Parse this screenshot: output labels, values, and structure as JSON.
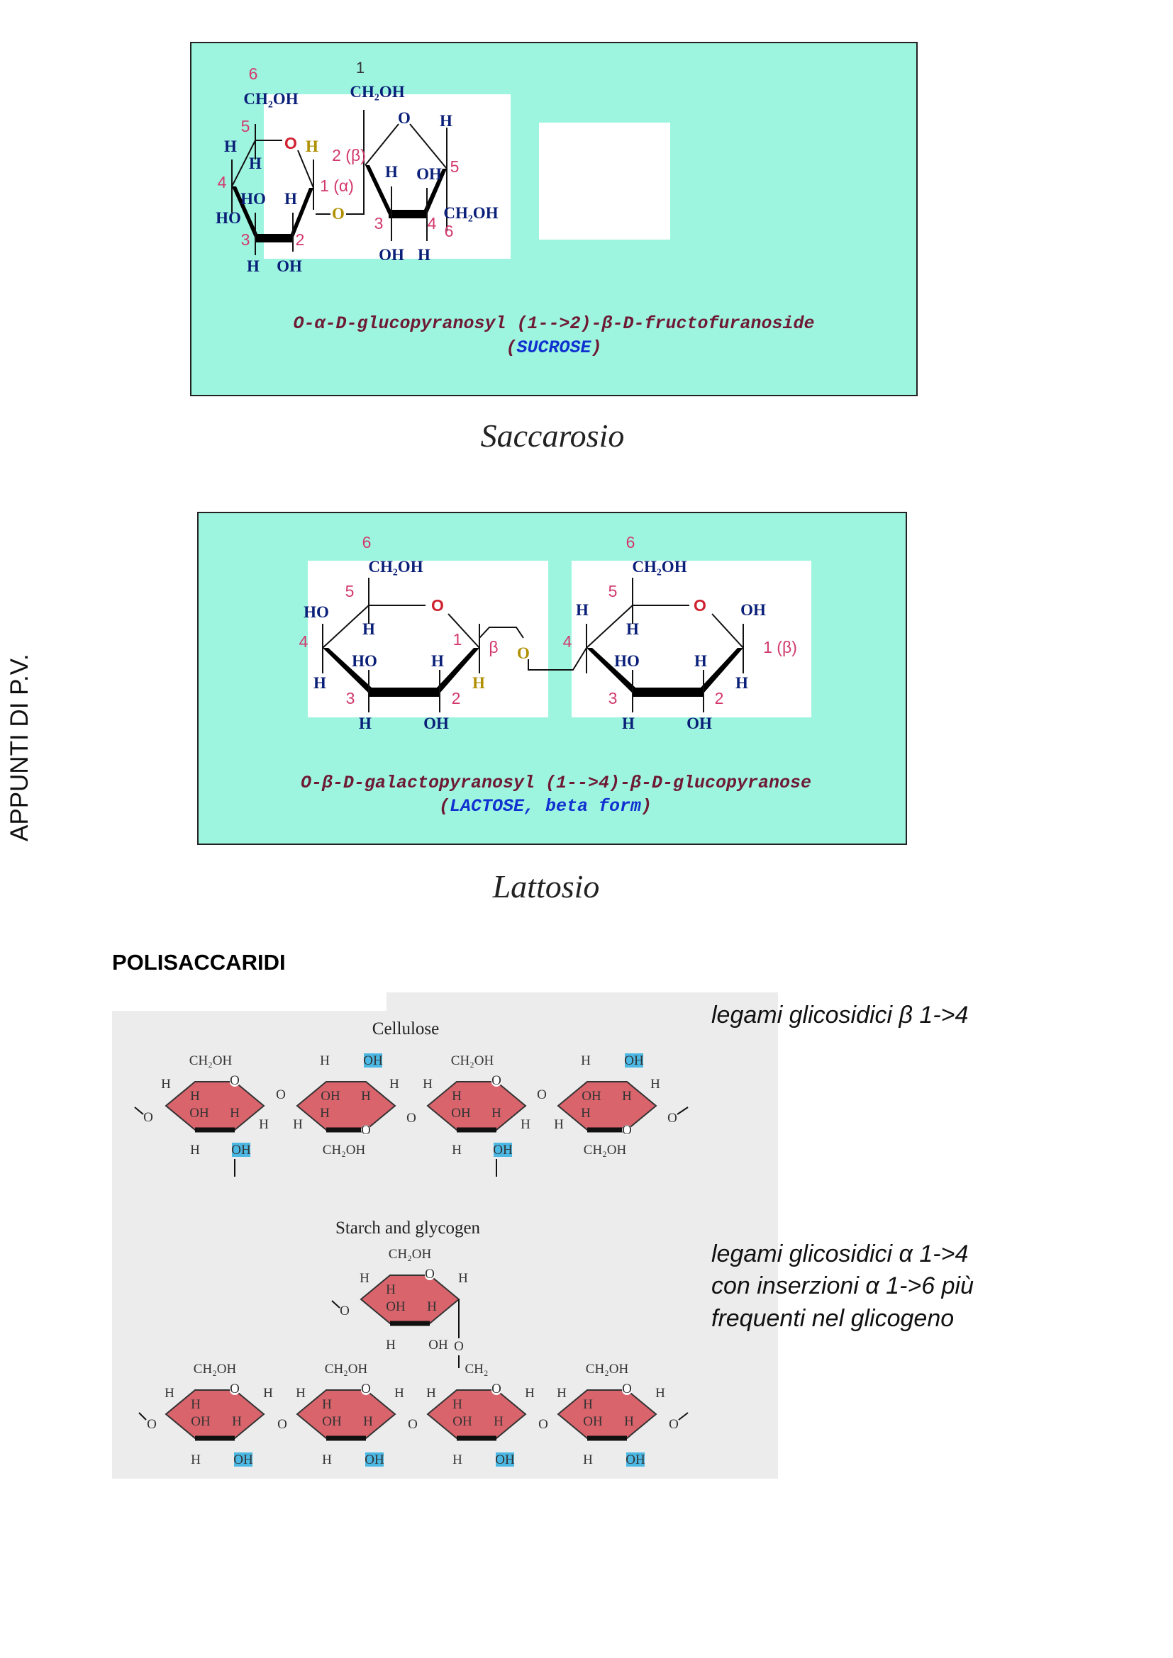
{
  "sidebar_watermark": "APPUNTI DI P.V.",
  "sucrose": {
    "labels": [
      "6",
      "CH₂OH",
      "5",
      "H",
      "H",
      "O",
      "H",
      "4",
      "HO",
      "H",
      "HO",
      "1 (α)",
      "3",
      "2",
      "H",
      "OH",
      "O",
      "1",
      "CH₂OH",
      "2 (β)",
      "O",
      "H",
      "H",
      "OH",
      "5",
      "CH₂OH",
      "6",
      "3",
      "4",
      "OH",
      "H"
    ],
    "iupac_name": "O-α-D-glucopyranosyl  (1-->2)-β-D-fructofuranoside",
    "paren_open": "(",
    "common_name": "SUCROSE",
    "paren_close": ")",
    "caption": "Saccarosio"
  },
  "lactose": {
    "labels": [
      "6",
      "CH₂OH",
      "5",
      "HO",
      "H",
      "O",
      "1",
      "β",
      "4",
      "HO",
      "H",
      "H",
      "H",
      "3",
      "2",
      "H",
      "OH",
      "O",
      "4",
      "6",
      "CH₂OH",
      "5",
      "H",
      "H",
      "O",
      "OH",
      "1 (β)",
      "HO",
      "H",
      "H",
      "3",
      "2",
      "H",
      "OH"
    ],
    "iupac_name": "O-β-D-galactopyranosyl  (1-->4)-β-D-glucopyranose",
    "paren_open": "(",
    "common_name": "LACTOSE, beta form",
    "paren_close": ")",
    "caption": "Lattosio"
  },
  "polysaccharides": {
    "heading": "POLISACCARIDI",
    "bridge_label": "O",
    "cellulose": {
      "title": "Cellulose",
      "ring_up_labels": [
        "CH₂OH",
        "O",
        "H",
        "H",
        "OH",
        "H",
        "H",
        "H",
        "OH"
      ],
      "ring_down_labels": [
        "H",
        "OH",
        "H",
        "OH",
        "H",
        "H",
        "H",
        "O",
        "CH₂OH"
      ]
    },
    "starch": {
      "title": "Starch and glycogen",
      "chain_ring_labels": [
        "CH₂OH",
        "O",
        "H",
        "H",
        "OH",
        "H",
        "H",
        "H",
        "OH"
      ],
      "branch_point_group": "CH₂",
      "branch_ring_labels": [
        "CH₂OH",
        "O",
        "H",
        "H",
        "OH",
        "H",
        "H",
        "H",
        "OH"
      ]
    },
    "notes": {
      "cellulose": "legami glicosidici β 1->4",
      "starch_lines": [
        "legami glicosidici α 1->4",
        "con inserzioni α 1->6  più",
        "frequenti nel glicogeno"
      ]
    },
    "colors": {
      "ring_fill": "#d9646c",
      "highlight": "#4cb8e4",
      "panel_bg": "#ececec"
    }
  }
}
